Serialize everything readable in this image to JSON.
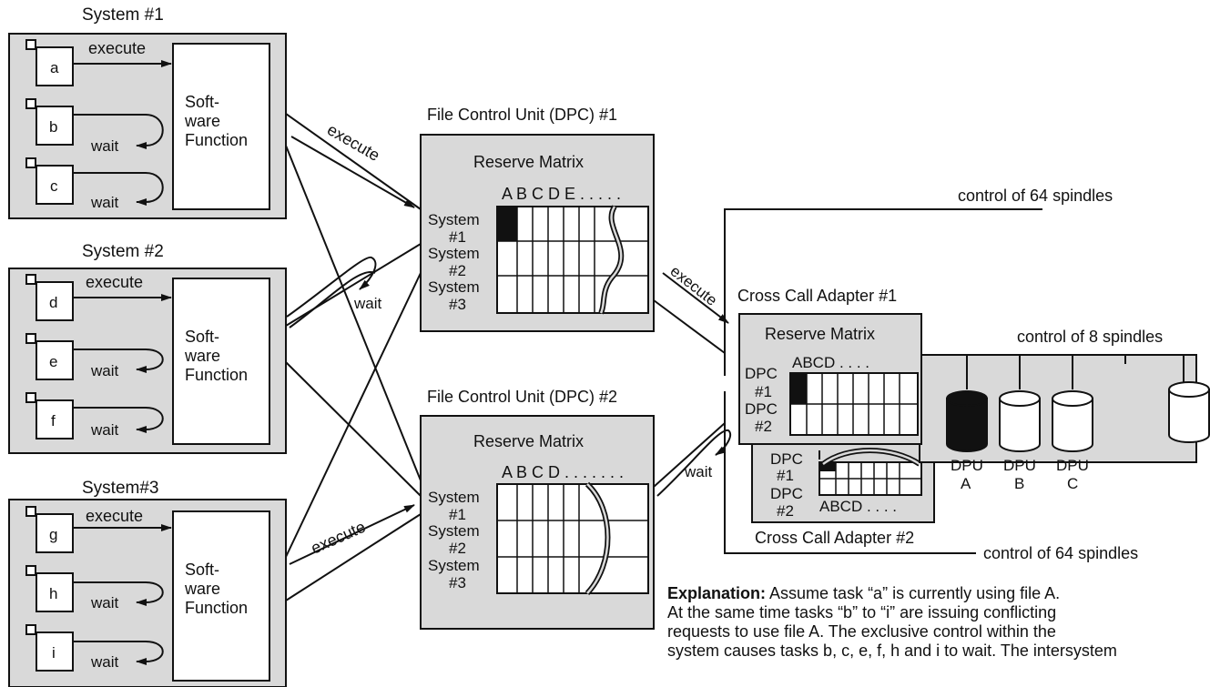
{
  "systems": [
    {
      "title": "System #1",
      "tasks": [
        "a",
        "b",
        "c"
      ],
      "function_label": [
        "Soft-",
        "ware",
        "Function"
      ]
    },
    {
      "title": "System #2",
      "tasks": [
        "d",
        "e",
        "f"
      ],
      "function_label": [
        "Soft-",
        "ware",
        "Function"
      ]
    },
    {
      "title": "System#3",
      "tasks": [
        "g",
        "h",
        "i"
      ],
      "function_label": [
        "Soft-",
        "ware",
        "Function"
      ]
    }
  ],
  "labels": {
    "execute": "execute",
    "wait": "wait"
  },
  "dpc1": {
    "title": "File Control Unit (DPC) #1",
    "matrix_title": "Reserve Matrix",
    "columns": "A B C D E . . . . .",
    "rows": [
      [
        "System",
        "#1"
      ],
      [
        "System",
        "#2"
      ],
      [
        "System",
        "#3"
      ]
    ]
  },
  "dpc2": {
    "title": "File Control Unit (DPC) #2",
    "matrix_title": "Reserve Matrix",
    "columns": "A B C D . . . . . . .",
    "rows": [
      [
        "System",
        "#1"
      ],
      [
        "System",
        "#2"
      ],
      [
        "System",
        "#3"
      ]
    ]
  },
  "cca1": {
    "title": "Cross Call Adapter #1",
    "matrix_title": "Reserve Matrix",
    "columns": "ABCD . . . .",
    "rows": [
      [
        "DPC",
        "#1"
      ],
      [
        "DPC",
        "#2"
      ]
    ]
  },
  "cca2": {
    "title": "Cross Call Adapter #2",
    "columns": "ABCD . . . .",
    "rows": [
      [
        "DPC",
        "#1"
      ],
      [
        "DPC",
        "#2"
      ]
    ]
  },
  "spindles": {
    "top": "control of 64 spindles",
    "mid": "control of 8 spindles",
    "bottom": "control of 64 spindles"
  },
  "dpus": [
    {
      "label": "DPU",
      "id": "A"
    },
    {
      "label": "DPU",
      "id": "B"
    },
    {
      "label": "DPU",
      "id": "C"
    }
  ],
  "explanation": {
    "heading": "Explanation:",
    "lines": [
      "Assume task “a” is currently using file A.",
      "At the same time tasks “b” to “i” are issuing conflicting",
      "requests to use file A. The exclusive control within the",
      "system causes tasks b, c, e, f, h and  i  to wait. The intersystem"
    ]
  }
}
